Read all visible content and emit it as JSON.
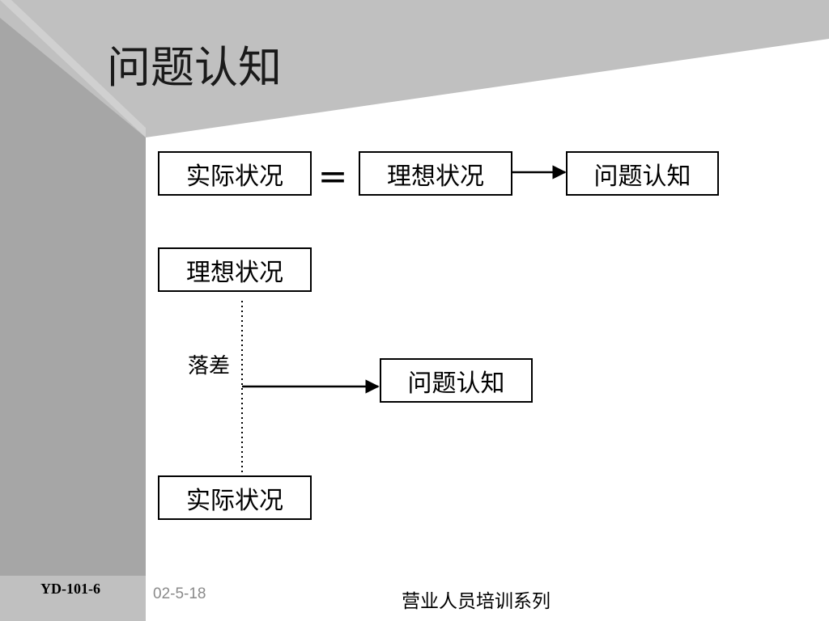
{
  "slide": {
    "title": "问题认知"
  },
  "diagram": {
    "row1": {
      "actual": "实际状况",
      "equals": "=",
      "ideal": "理想状况",
      "problem": "问题认知"
    },
    "row2": {
      "ideal": "理想状况",
      "gap": "落差",
      "problem": "问题认知",
      "actual": "实际状况"
    }
  },
  "footer": {
    "code": "YD-101-6",
    "date": "02-5-18",
    "series": "营业人员培训系列"
  },
  "colors": {
    "left_band": "#a6a6a6",
    "top_band": "#c0c0c0",
    "left_shadow": "#8c8c8c",
    "background": "#ffffff",
    "text": "#000000"
  }
}
